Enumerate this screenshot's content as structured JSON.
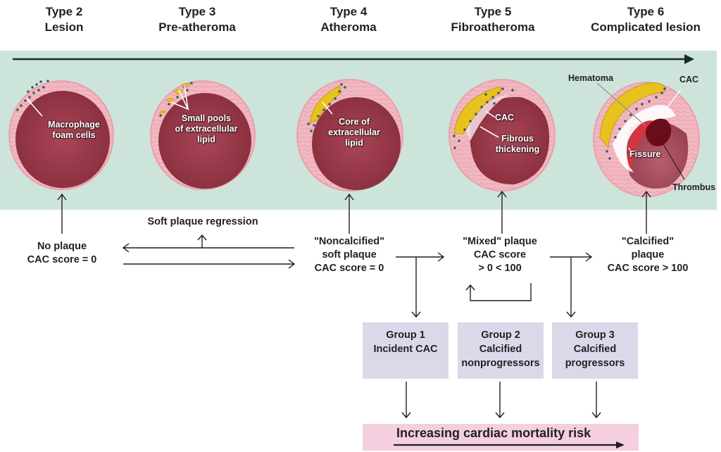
{
  "stages": [
    {
      "type": "Type 2",
      "name": "Lesion",
      "vessel_labels": [
        "Macrophage",
        "foam cells"
      ]
    },
    {
      "type": "Type 3",
      "name": "Pre-atheroma",
      "vessel_labels": [
        "Small pools",
        "of extracellular",
        "lipid"
      ]
    },
    {
      "type": "Type 4",
      "name": "Atheroma",
      "vessel_labels": [
        "Core of",
        "extracellular",
        "lipid"
      ]
    },
    {
      "type": "Type 5",
      "name": "Fibroatheroma",
      "vessel_labels": [
        "CAC",
        "Fibrous",
        "thickening"
      ]
    },
    {
      "type": "Type 6",
      "name": "Complicated lesion",
      "vessel_labels": [
        "Hematoma",
        "CAC",
        "Fissure",
        "Thrombus"
      ]
    }
  ],
  "plaque_states": {
    "no_plaque": [
      "No plaque",
      "CAC score = 0"
    ],
    "regression": "Soft plaque regression",
    "noncalcified": [
      "\"Noncalcified\"",
      "soft plaque",
      "CAC score = 0"
    ],
    "mixed": [
      "\"Mixed\" plaque",
      "CAC score",
      "> 0 < 100"
    ],
    "calcified": [
      "\"Calcified\"",
      "plaque",
      "CAC score > 100"
    ]
  },
  "groups": [
    {
      "title": "Group 1",
      "lines": [
        "Incident CAC"
      ]
    },
    {
      "title": "Group 2",
      "lines": [
        "Calcified",
        "nonprogressors"
      ]
    },
    {
      "title": "Group 3",
      "lines": [
        "Calcified",
        "progressors"
      ]
    }
  ],
  "risk_label": "Increasing cardiac mortality risk",
  "colors": {
    "band": "#cde4da",
    "vessel_wall": "#f2b8c2",
    "lumen": "#9e3c4b",
    "lipid": "#e8c21c",
    "group_box": "#d9d9ea",
    "risk_box": "#f3cfe0",
    "line": "#231f20"
  }
}
